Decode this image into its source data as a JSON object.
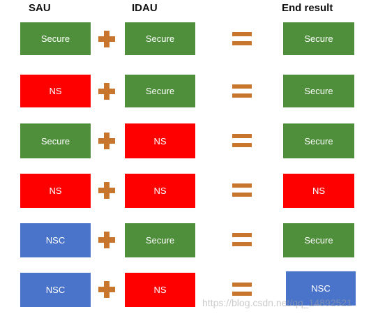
{
  "headers": {
    "sau": "SAU",
    "idau": "IDAU",
    "result": "End result"
  },
  "colors": {
    "Secure": "#4f8f3b",
    "NS": "#fe0000",
    "NSC": "#4a74c9"
  },
  "rows": [
    {
      "sau": "Secure",
      "idau": "Secure",
      "result": "Secure"
    },
    {
      "sau": "NS",
      "idau": "Secure",
      "result": "Secure"
    },
    {
      "sau": "Secure",
      "idau": "NS",
      "result": "Secure"
    },
    {
      "sau": "NS",
      "idau": "NS",
      "result": "NS"
    },
    {
      "sau": "NSC",
      "idau": "Secure",
      "result": "Secure"
    },
    {
      "sau": "NSC",
      "idau": "NS",
      "result": "NSC"
    }
  ],
  "watermark": "https://blog.csdn.net/qq_14892521"
}
